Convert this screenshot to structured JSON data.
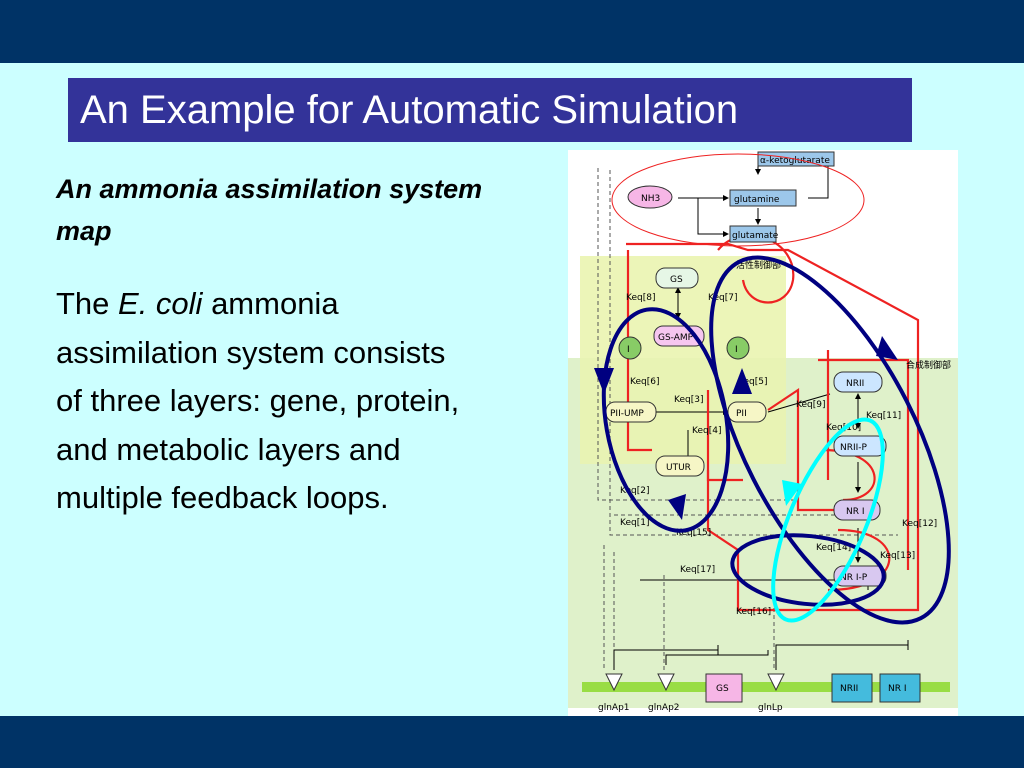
{
  "slide": {
    "title": "An Example for Automatic Simulation",
    "subtitle": "An ammonia assimilation system map",
    "body": {
      "prefix": "The ",
      "species": "E. coli",
      "rest": " ammonia assimilation system consists of three layers: gene, protein, and metabolic layers and multiple feedback loops."
    }
  },
  "diagram": {
    "metabolites": {
      "ketoglutarate": "α-ketoglutarate",
      "nh3": "NH3",
      "glutamine": "glutamine",
      "glutamate": "glutamate"
    },
    "region_labels": {
      "activity": "活性制御部",
      "synthesis": "合成制御部"
    },
    "nodes": {
      "gs": "GS",
      "gs_amp": "GS-AMP",
      "pi_left": "I",
      "pi_right": "I",
      "pii_ump": "PII-UMP",
      "pii": "PII",
      "utur": "UTUR",
      "nrii": "NRII",
      "nrii_p": "NRII-P",
      "nri": "NR I",
      "nri_p": "NR I-P"
    },
    "reactions": {
      "keq8": "Keq[8]",
      "keq7": "Keq[7]",
      "keq6": "Keq[6]",
      "keq5": "Keq[5]",
      "keq3": "Keq[3]",
      "keq4": "Keq[4]",
      "keq9": "Keq[9]",
      "keq10": "Keq[10]",
      "keq11": "Keq[11]",
      "keq2": "Keq[2]",
      "keq1": "Keq[1]",
      "keq15": "Keq[15]",
      "keq12": "Keq[12]",
      "keq14": "Keq[14]",
      "keq13": "Keq[13]",
      "keq17": "Keq[17]",
      "keq16": "Keq[16]"
    },
    "genes": {
      "glnap1": "glnAp1",
      "glnap2": "glnAp2",
      "glnlp": "glnLp",
      "gs_gene": "GS",
      "nrii_gene": "NRII",
      "nri_gene": "NR I"
    },
    "colors": {
      "feedback_loop_dark": "#000080",
      "feedback_loop_cyan": "#00ffff",
      "pathway_red": "#ee2222",
      "protein_region": "#ecf5b8",
      "synthesis_region": "#dcefc4",
      "gene_line": "#99dd44"
    }
  }
}
